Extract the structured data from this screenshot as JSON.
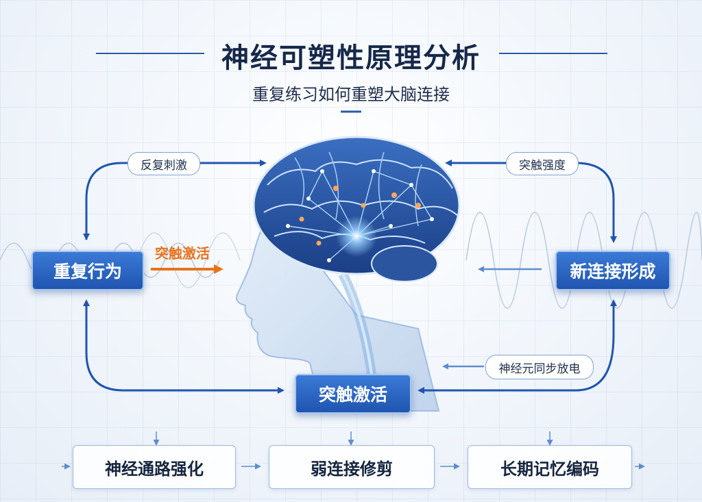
{
  "title": "神经可塑性原理分析",
  "subtitle": "重复练习如何重塑大脑连接",
  "nodes": {
    "repeat_behavior": "重复行为",
    "new_connection": "新连接形成",
    "synapse_activation": "突触激活"
  },
  "labels": {
    "repeated_stimulus": "反复刺激",
    "synaptic_strength": "突触强度",
    "synapse_activation_arrow": "突触激活",
    "neuron_sync_firing": "神经元同步放电"
  },
  "bottom_steps": [
    "神经通路强化",
    "弱连接修剪",
    "长期记忆编码"
  ],
  "colors": {
    "node_blue": "#2a62c0",
    "arrow_blue": "#1f55b0",
    "accent_orange": "#e8731c",
    "title": "#16284a"
  }
}
